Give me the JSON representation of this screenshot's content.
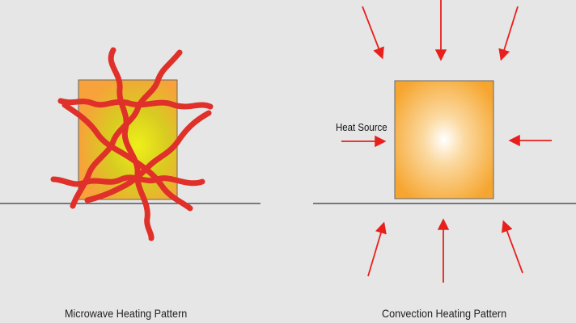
{
  "microwave": {
    "caption": "Microwave Heating Pattern"
  },
  "convection": {
    "caption": "Convection Heating Pattern",
    "heat_source_label": "Heat Source"
  },
  "colors": {
    "wave": "#e0302a",
    "arrow": "#e8201c",
    "background": "#e6e6e6"
  }
}
